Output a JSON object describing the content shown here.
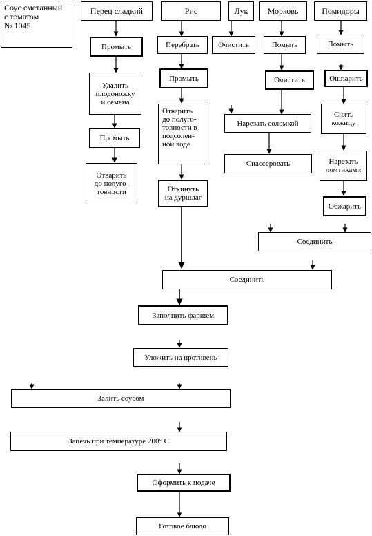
{
  "boxes": {
    "sauce": "Соус сметанный\nс томатом\n№ 1045",
    "pepper": "Перец сладкий",
    "rice": "Рис",
    "onion": "Лук",
    "carrot": "Морковь",
    "tomato": "Помидоры",
    "pepper_wash": "Промыть",
    "pepper_remove": "Удалить\nплодоножку\nи семена",
    "pepper_wash2": "Промыть",
    "pepper_boil": "Отварить\nдо полуго-\nтовности",
    "rice_sort": "Перебрать",
    "rice_wash": "Промыть",
    "rice_boil": "Отварить\nдо полуго-\nтовности в\nподсолен-\nной воде",
    "rice_drain": "Откинуть\nна дуршлаг",
    "onion_peel": "Очистить",
    "carrot_wash": "Помыть",
    "carrot_peel": "Очистить",
    "cut_straw": "Нарезать соломкой",
    "saute": "Спассеровать",
    "tomato_wash": "Помыть",
    "tomato_scald": "Ошпарить",
    "tomato_skin": "Снять\nкожицу",
    "tomato_slice": "Нарезать\nломтиками",
    "tomato_fry": "Обжарить",
    "combine1": "Соединить",
    "combine2": "Соединить",
    "stuff": "Заполнить фаршем",
    "tray": "Уложить на противень",
    "pour": "Залить соусом",
    "bake": "Запечь при температуре  200° С",
    "garnish": "Оформить к подаче",
    "ready": "Готовое блюдо"
  }
}
